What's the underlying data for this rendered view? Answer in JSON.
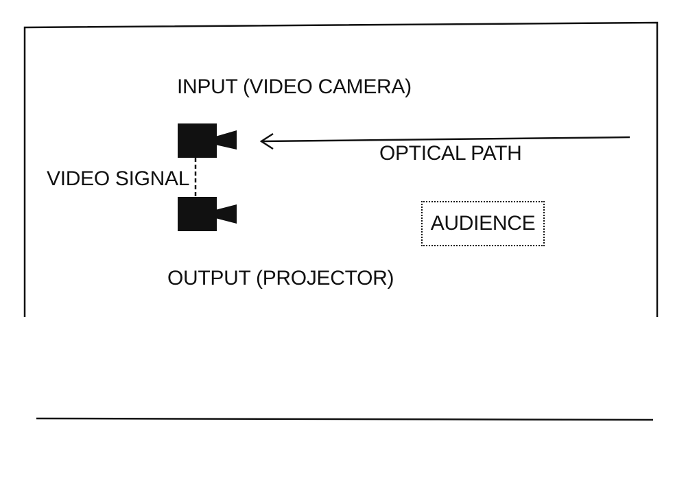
{
  "labels": {
    "input": "INPUT (VIDEO CAMERA)",
    "optical_path": "OPTICAL PATH",
    "video_signal": "VIDEO SIGNAL",
    "output": "OUTPUT (PROJECTOR)",
    "audience": "AUDIENCE"
  },
  "icons": {
    "input_device": "video-camera-icon",
    "output_device": "projector-icon"
  },
  "colors": {
    "ink": "#111111",
    "background": "#ffffff"
  }
}
